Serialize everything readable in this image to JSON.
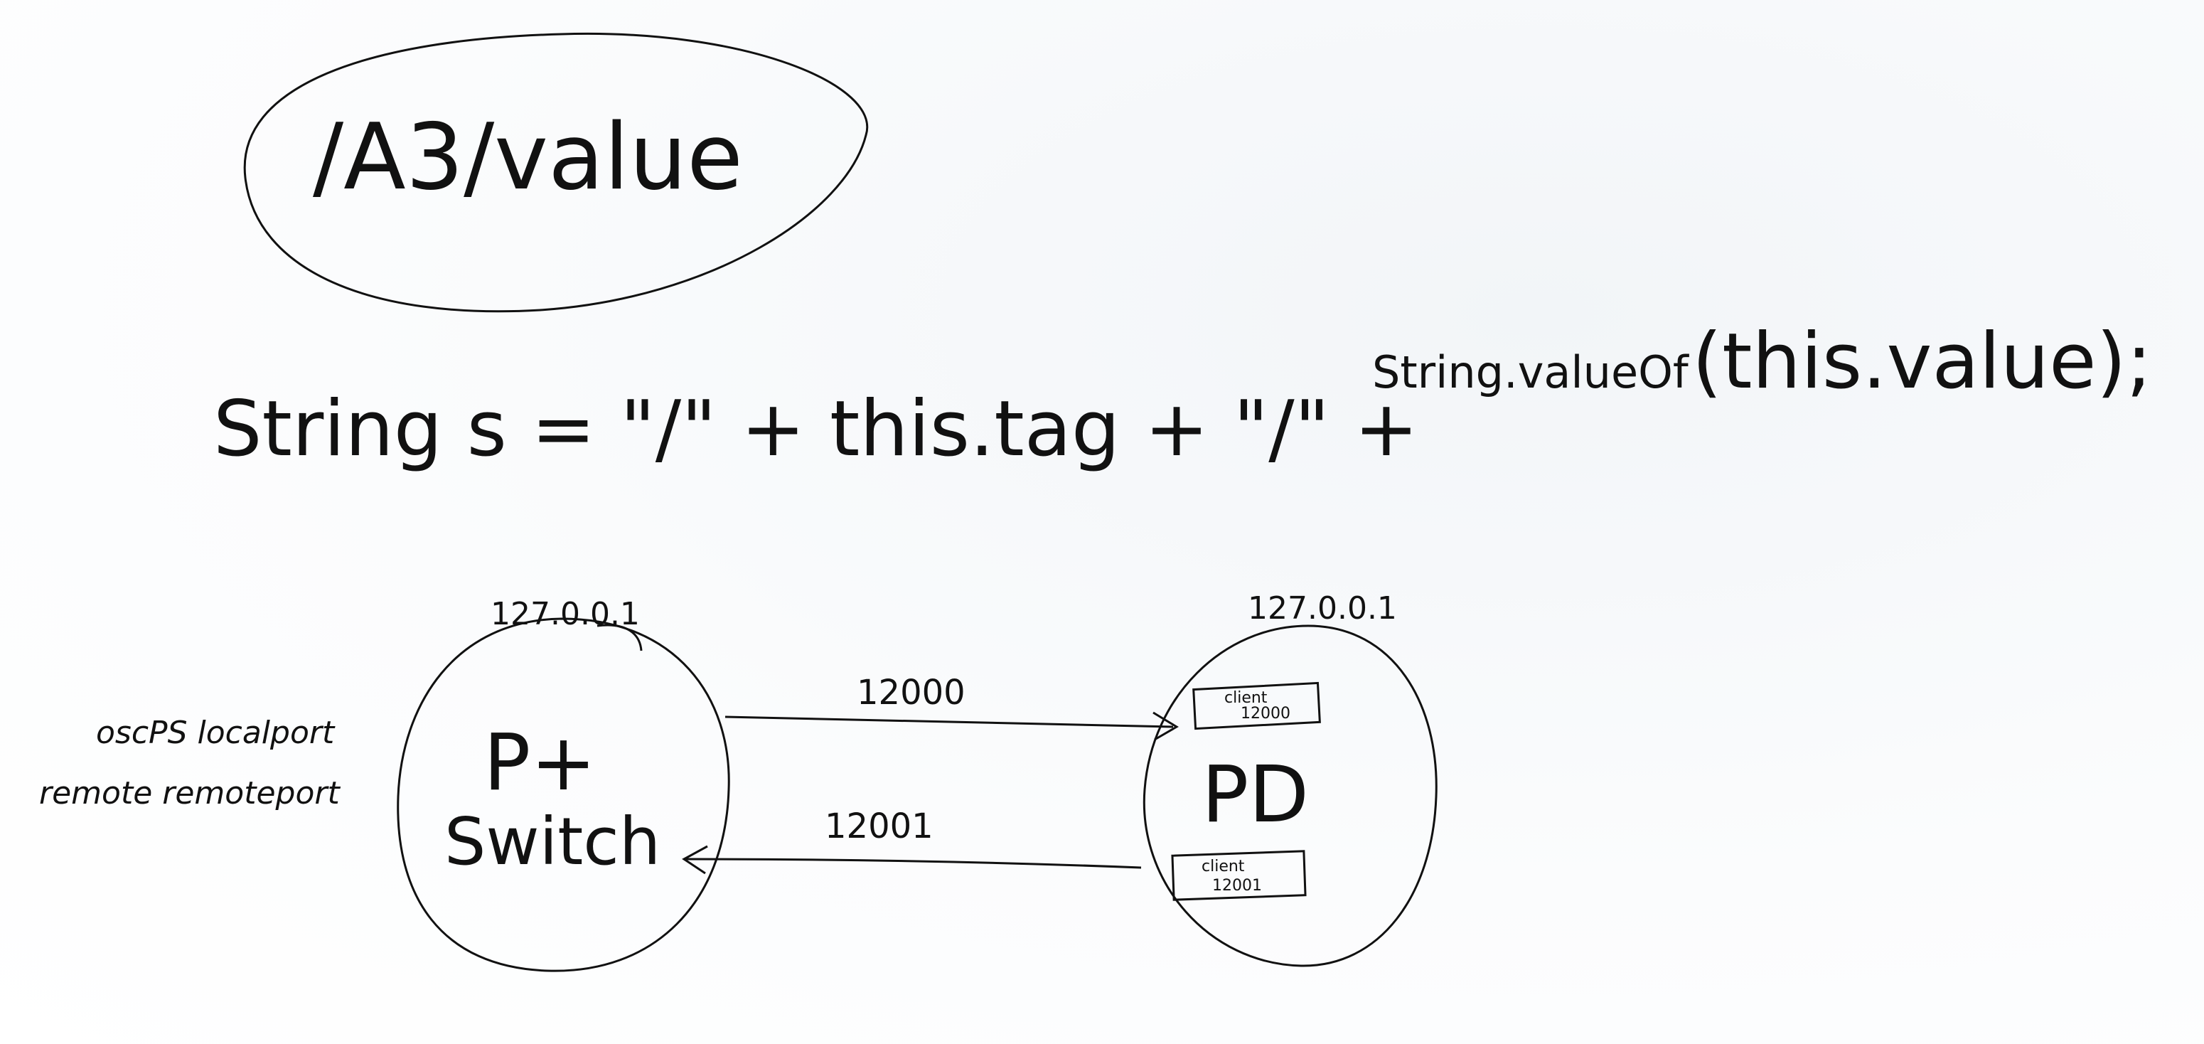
{
  "title": "/A3/value",
  "code_line": {
    "part1": "String s = \"/\" + this.tag + \"/\" + ",
    "part2": "String.valueOf",
    "part3": "(this.value);"
  },
  "nodes": {
    "left": {
      "ip": "127.0.0.1",
      "line1": "P+",
      "line2": "Switch",
      "note1": "oscPS localport",
      "note2": "remote remoteport"
    },
    "right": {
      "ip": "127.0.0.1",
      "label": "PD",
      "box_top": [
        "client",
        "12000"
      ],
      "box_bottom": [
        "client",
        "12001"
      ]
    }
  },
  "links": {
    "top_port": "12000",
    "bottom_port": "12001"
  },
  "ink_color": "#111111",
  "board_color": "#fbfcfd"
}
